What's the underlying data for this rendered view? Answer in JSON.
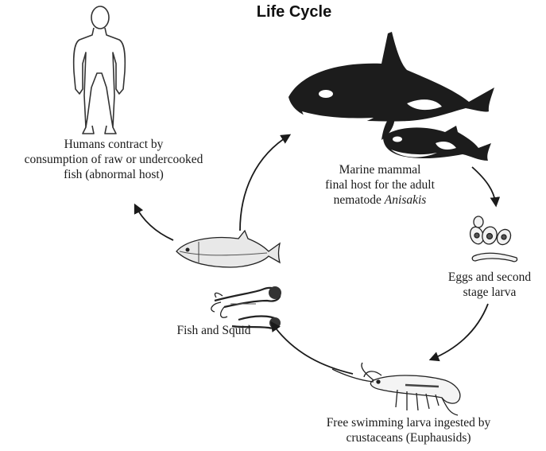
{
  "title": "Life Cycle",
  "stages": {
    "human": {
      "lines": [
        "Humans contract by",
        "consumption of raw or undercooked",
        "fish (abnormal host)"
      ],
      "icon": "human-outline-icon"
    },
    "mammal": {
      "lines": [
        "Marine mammal",
        "final host for the adult",
        "nematode "
      ],
      "italic_word": "Anisakis",
      "icon": "orca-icon"
    },
    "eggs": {
      "lines": [
        "Eggs and second",
        "stage larva"
      ],
      "icon": "eggs-larva-icon"
    },
    "crustacean": {
      "lines": [
        "Free swimming larva ingested by",
        "crustaceans (Euphausids)"
      ],
      "icon": "shrimp-icon"
    },
    "fish": {
      "lines": [
        "Fish and Squid"
      ],
      "icon": "fish-squid-icon"
    }
  },
  "colors": {
    "ink": "#1a1a1a",
    "background": "#ffffff"
  }
}
